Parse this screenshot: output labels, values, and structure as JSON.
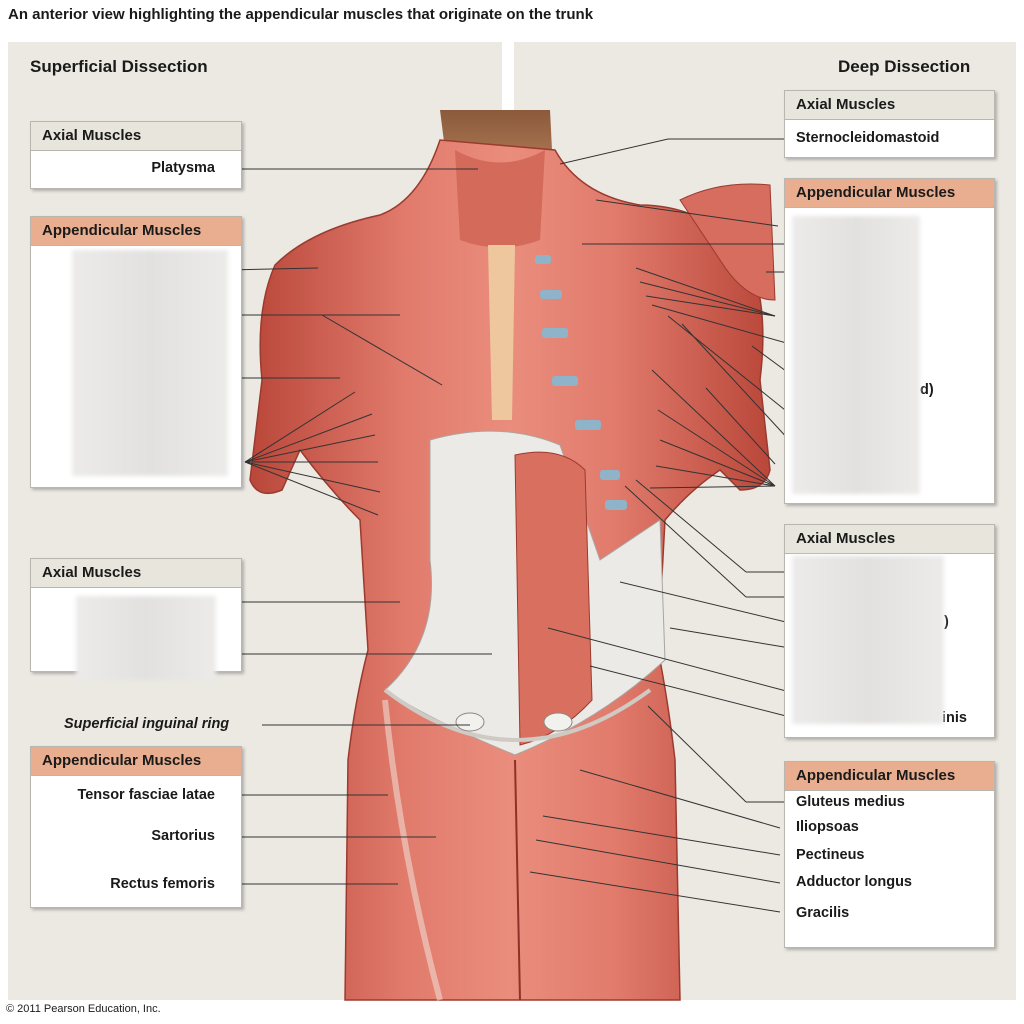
{
  "title": "An anterior view highlighting the appendicular muscles that originate on the trunk",
  "superficial_heading": "Superficial Dissection",
  "deep_heading": "Deep Dissection",
  "boxes": {
    "left_axial_1": {
      "header": "Axial Muscles",
      "items": [
        "Platysma"
      ]
    },
    "left_appendicular_1": {
      "header": "Appendicular Muscles"
    },
    "left_axial_2": {
      "header": "Axial Muscles"
    },
    "inguinal": "Superficial inguinal ring",
    "left_appendicular_2": {
      "header": "Appendicular Muscles",
      "items": [
        "Tensor fasciae latae",
        "Sartorius",
        "Rectus femoris"
      ]
    },
    "right_axial_1": {
      "header": "Axial Muscles",
      "items": [
        "Sternocleidomastoid"
      ]
    },
    "right_appendicular_1": {
      "header": "Appendicular Muscles",
      "partial": [
        "d)"
      ]
    },
    "right_axial_2": {
      "header": "Axial Muscles",
      "partial": [
        ")",
        "inis"
      ]
    },
    "right_appendicular_2": {
      "header": "Appendicular Muscles",
      "items": [
        "Gluteus medius",
        "Iliopsoas",
        "Pectineus",
        "Adductor longus",
        "Gracilis"
      ]
    }
  },
  "copyright": "© 2011 Pearson Education, Inc."
}
